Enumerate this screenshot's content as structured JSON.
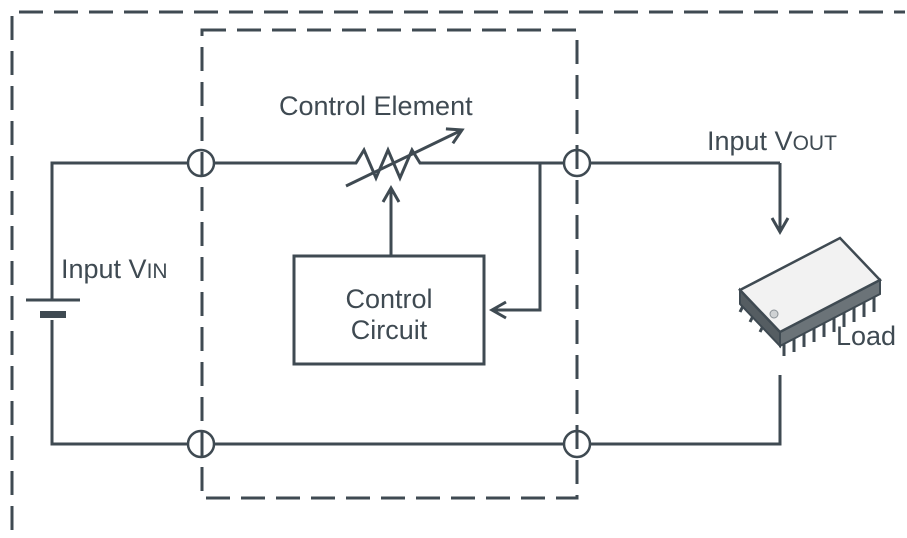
{
  "labels": {
    "control_element": "Control Element",
    "input_vout_prefix": "Input V",
    "input_vout_sub": "OUT",
    "input_vin_prefix": "Input V",
    "input_vin_sub": "IN",
    "control_circuit_line1": "Control",
    "control_circuit_line2": "Circuit",
    "load": "Load"
  },
  "colors": {
    "ink": "#3f4a52",
    "chip_body": "#6b7378",
    "chip_top": "#f2f2f2",
    "background": "#ffffff"
  },
  "icons": [
    "battery-icon",
    "variable-resistor-icon",
    "ic-chip-icon",
    "arrow-icon",
    "terminal-node-icon"
  ]
}
